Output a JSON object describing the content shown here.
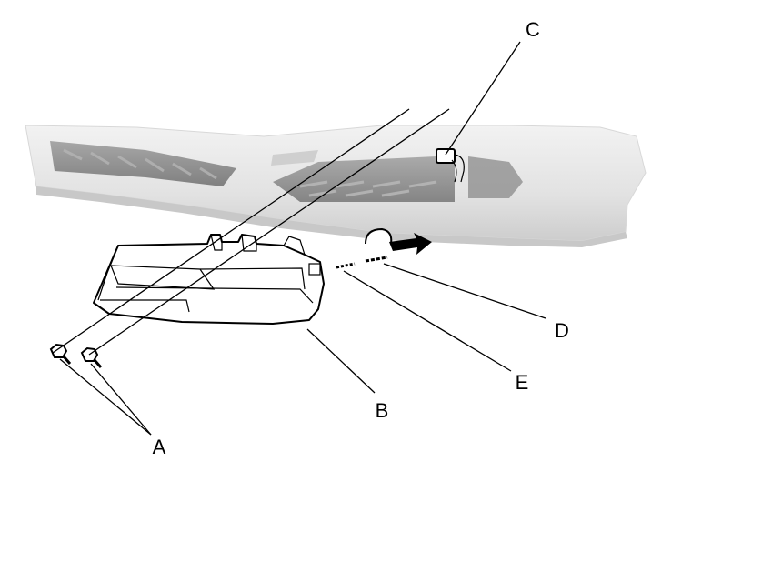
{
  "callouts": {
    "A": "A",
    "B": "B",
    "C": "C",
    "D": "D",
    "E": "E"
  },
  "colors": {
    "bumper_fill": "#e6e6e6",
    "bumper_shadow": "#cfcfcf",
    "grille_dark": "#7a7a7a",
    "line": "#000000"
  },
  "icons": [
    "screw-icon",
    "connector-icon",
    "clip-icon",
    "rotate-arrow-icon"
  ]
}
